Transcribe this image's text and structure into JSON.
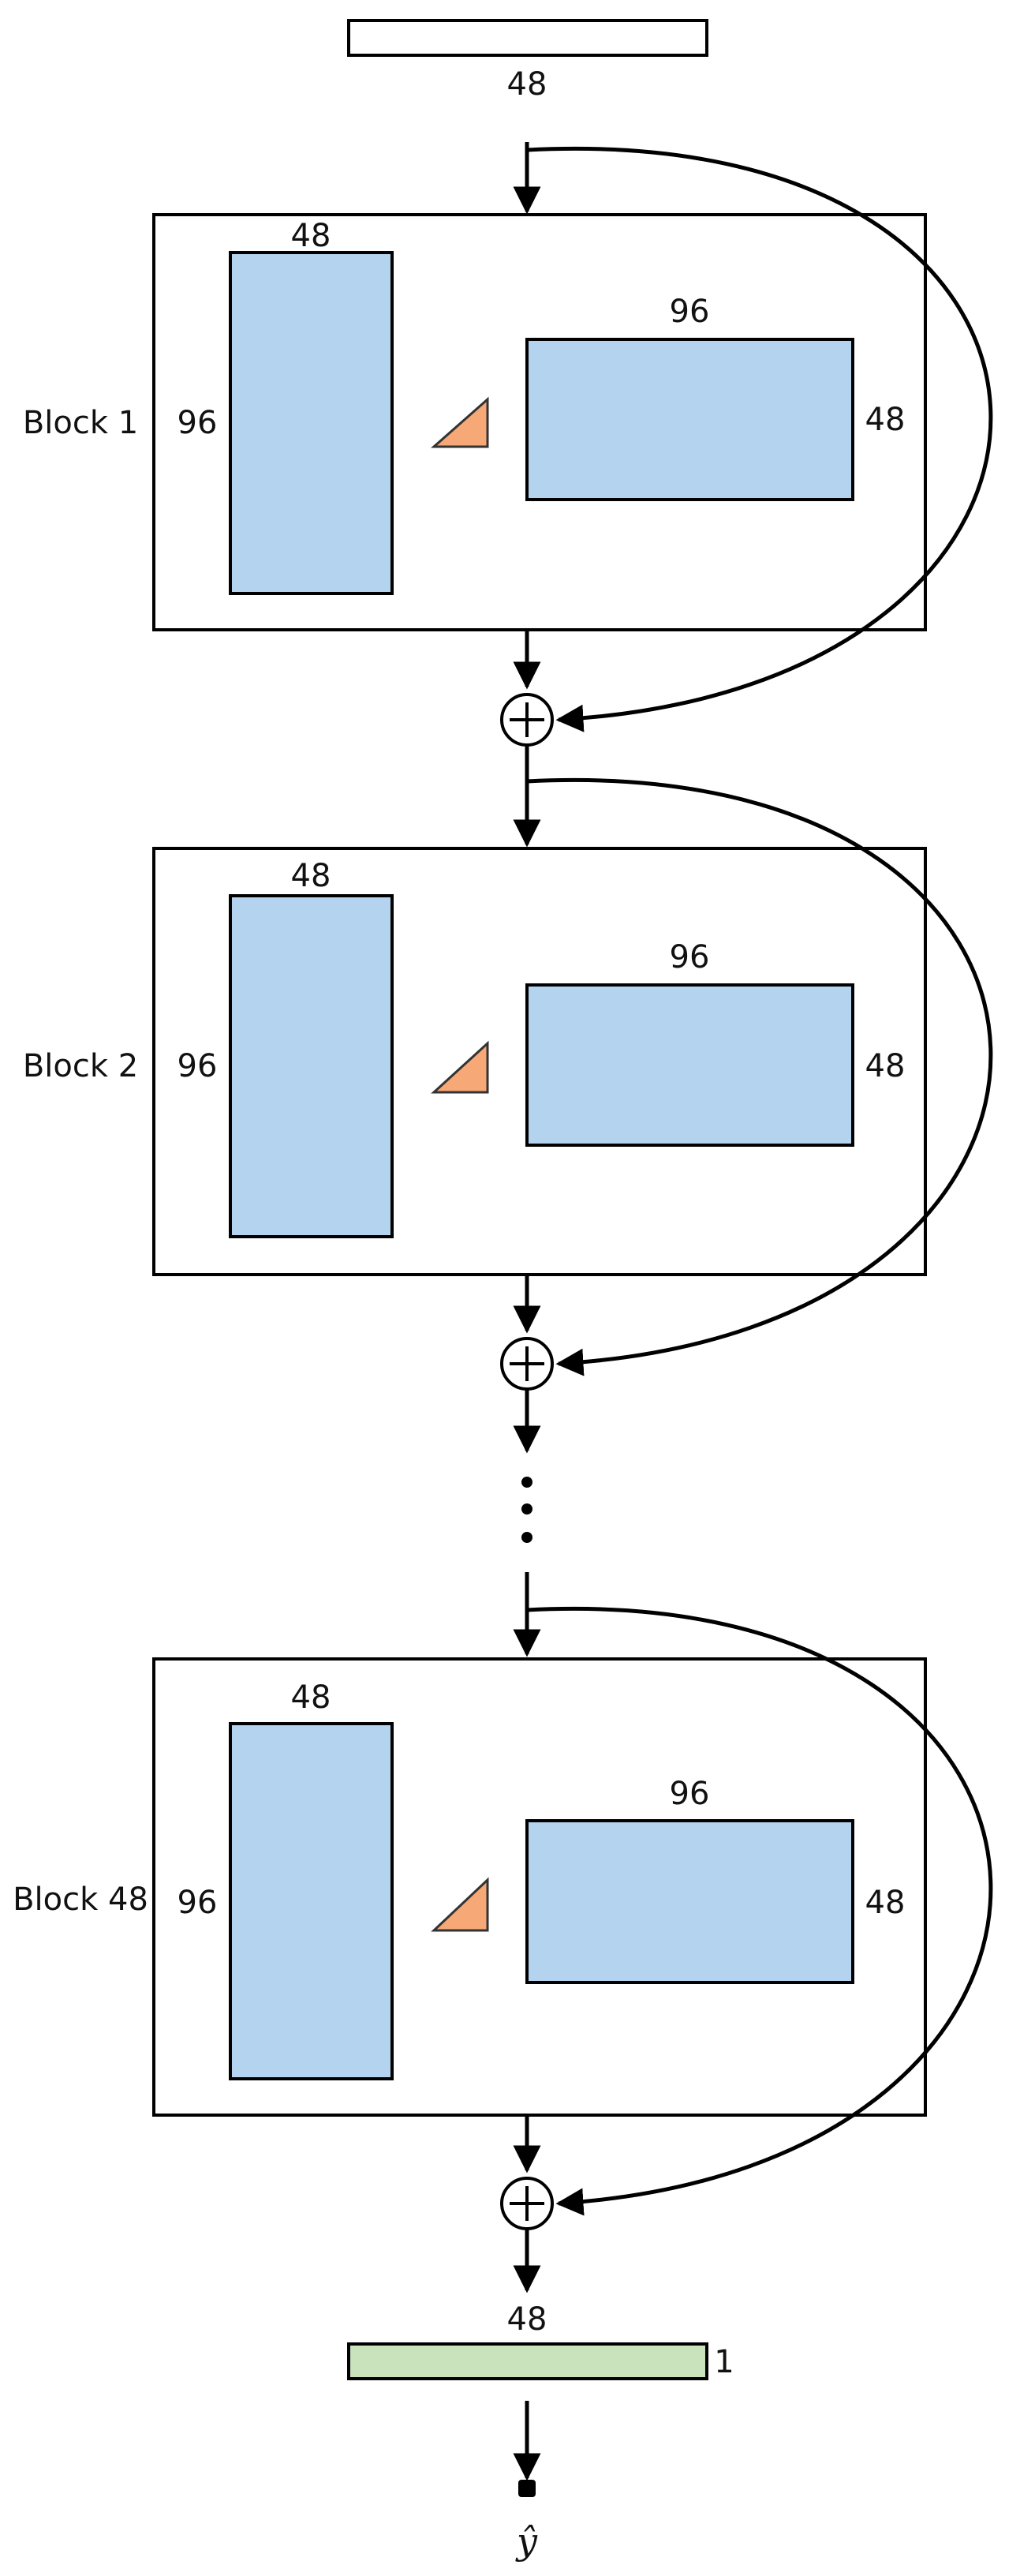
{
  "input": {
    "dim_label": "48"
  },
  "blocks": [
    {
      "name": "Block 1",
      "left_width": "48",
      "left_height": "96",
      "right_width": "96",
      "right_height": "48"
    },
    {
      "name": "Block 2",
      "left_width": "48",
      "left_height": "96",
      "right_width": "96",
      "right_height": "48"
    },
    {
      "name": "Block 48",
      "left_width": "48",
      "left_height": "96",
      "right_width": "96",
      "right_height": "48"
    }
  ],
  "output": {
    "dim_top": "48",
    "dim_right": "1",
    "symbol": "ŷ"
  },
  "colors": {
    "matrix_fill": "#b3d3ee",
    "activation_fill": "#f6a877",
    "output_fill": "#c9e4bd",
    "stroke": "#000000"
  },
  "icons": {
    "add": "circled-plus-icon",
    "activation": "triangle-icon",
    "ellipsis": "vertical-dots-icon"
  }
}
